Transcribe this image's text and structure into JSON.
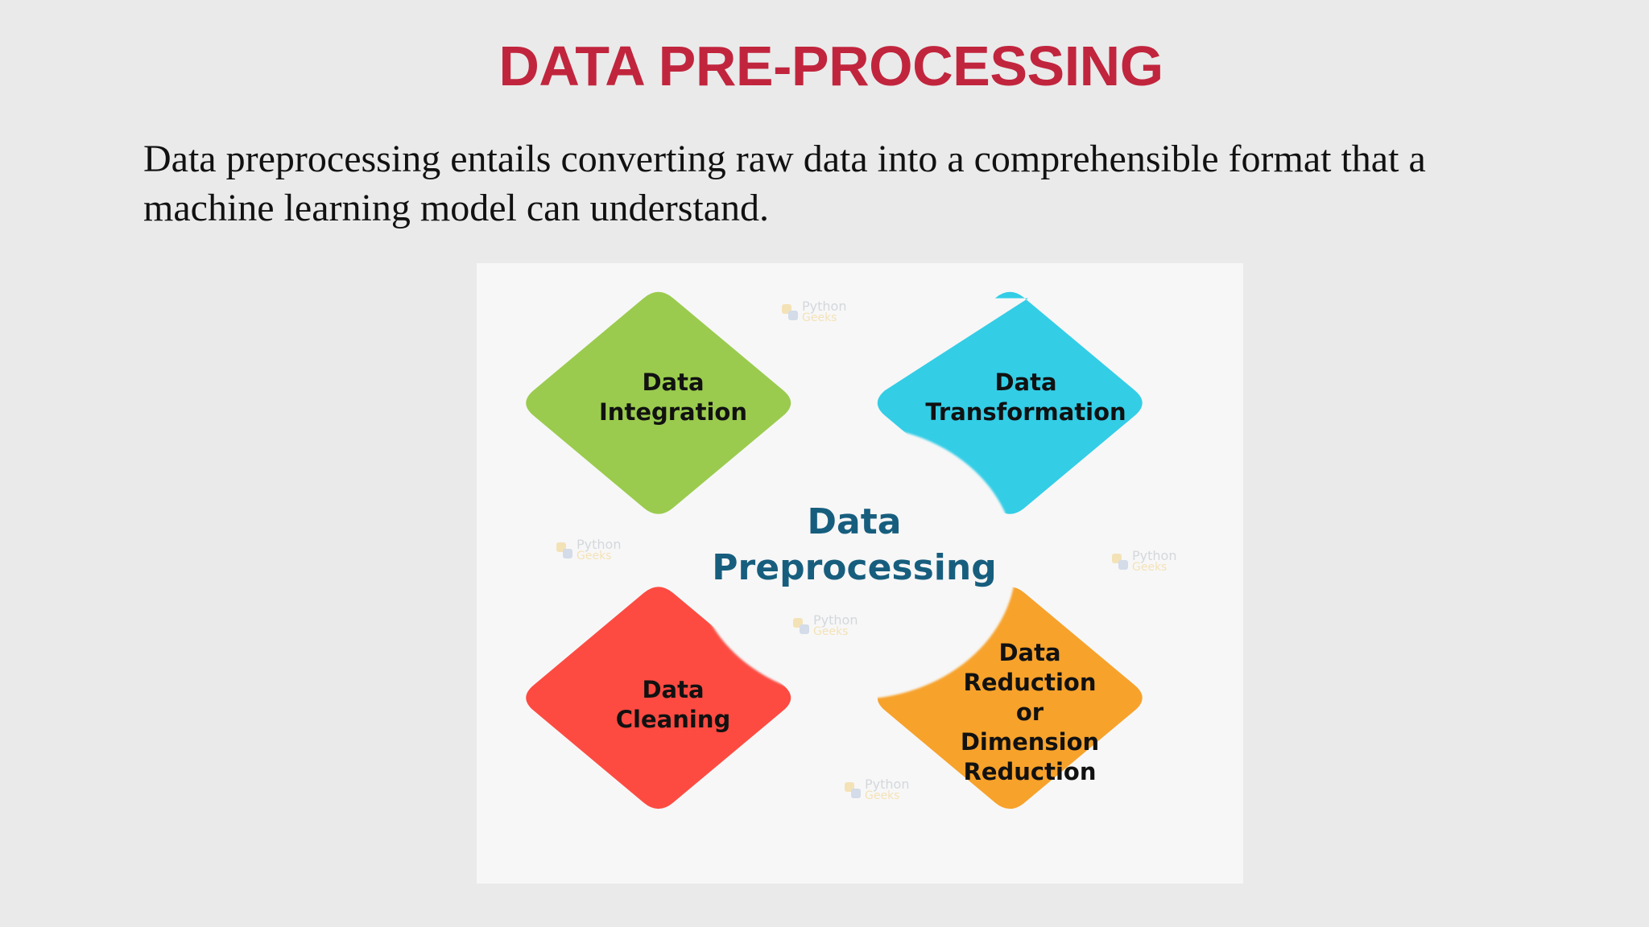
{
  "slide": {
    "title": "DATA PRE-PROCESSING",
    "description": "Data preprocessing entails converting raw data into a comprehensible format that a machine learning model can understand."
  },
  "diagram": {
    "center": {
      "line1": "Data",
      "line2": "Preprocessing",
      "color": "#175e7e"
    },
    "petals": [
      {
        "id": "integration",
        "lines": [
          "Data",
          "Integration"
        ],
        "color": "#9acb4e"
      },
      {
        "id": "transformation",
        "lines": [
          "Data",
          "Transformation"
        ],
        "color": "#33cde6"
      },
      {
        "id": "cleaning",
        "lines": [
          "Data",
          "Cleaning"
        ],
        "color": "#fd4b42"
      },
      {
        "id": "reduction",
        "lines": [
          "Data",
          "Reduction",
          "or",
          "Dimension",
          "Reduction"
        ],
        "color": "#f7a22b"
      }
    ],
    "watermark": {
      "line1": "Python",
      "line2": "Geeks"
    }
  },
  "colors": {
    "title": "#c1253d",
    "background": "#eaeaea",
    "figure_background": "#f7f7f7"
  }
}
